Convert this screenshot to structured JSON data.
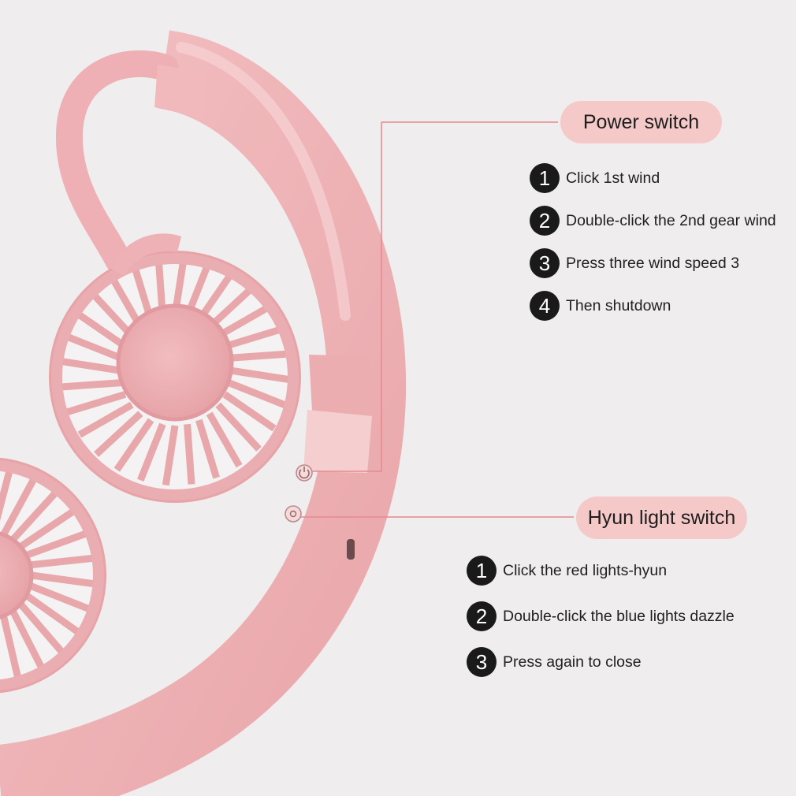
{
  "callouts": {
    "power": {
      "title": "Power switch",
      "steps": [
        {
          "num": "1",
          "text": "Click 1st wind"
        },
        {
          "num": "2",
          "text": "Double-click the 2nd gear wind"
        },
        {
          "num": "3",
          "text": "Press three wind speed 3"
        },
        {
          "num": "4",
          "text": "Then shutdown"
        }
      ]
    },
    "hyun": {
      "title": "Hyun light switch",
      "steps": [
        {
          "num": "1",
          "text": "Click the red lights-hyun"
        },
        {
          "num": "2",
          "text": "Double-click the blue lights dazzle"
        },
        {
          "num": "3",
          "text": "Press again to close"
        }
      ]
    }
  },
  "colors": {
    "background": "#efedee",
    "fan_body": "#efb3b6",
    "pill": "#f6c9c9",
    "leader_line": "#e58a8f",
    "number_badge": "#1a1a1a"
  },
  "icons": {
    "power_button": "power-icon",
    "light_button": "sun-icon"
  }
}
